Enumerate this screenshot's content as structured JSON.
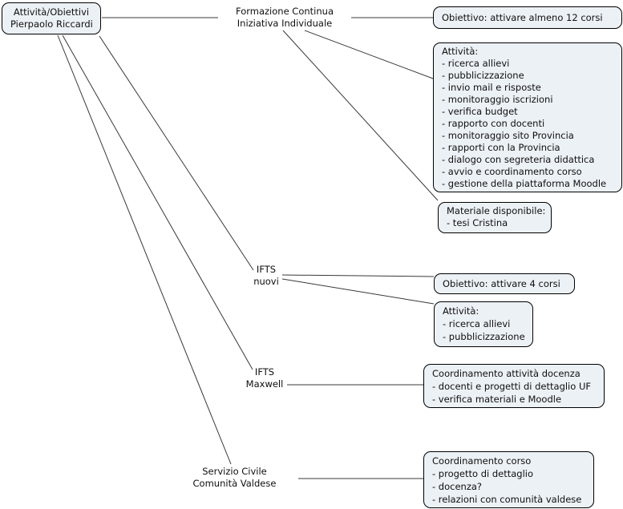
{
  "nodes": {
    "root": {
      "lines": [
        "Attività/Obiettivi",
        "Pierpaolo Riccardi"
      ]
    },
    "formazione": {
      "lines": [
        "Formazione Continua",
        "Iniziativa Individuale"
      ]
    },
    "obiettivo_fc": {
      "lines": [
        "Obiettivo: attivare almeno 12 corsi"
      ]
    },
    "attivita_fc": {
      "lines": [
        "Attività:",
        "- ricerca allievi",
        "- pubblicizzazione",
        "- invio mail e risposte",
        "- monitoraggio iscrizioni",
        "- verifica budget",
        "- rapporto con docenti",
        "- monitoraggio sito Provincia",
        "- rapporti con la Provincia",
        "- dialogo con segreteria didattica",
        "- avvio e coordinamento corso",
        "- gestione della piattaforma Moodle"
      ]
    },
    "materiale": {
      "lines": [
        "Materiale disponibile:",
        "- tesi Cristina"
      ]
    },
    "ifts_nuovi": {
      "lines": [
        "IFTS",
        "nuovi"
      ]
    },
    "obiettivo_ifts": {
      "lines": [
        "Obiettivo: attivare 4 corsi"
      ]
    },
    "attivita_ifts": {
      "lines": [
        "Attività:",
        "- ricerca allievi",
        "- pubblicizzazione"
      ]
    },
    "ifts_maxwell": {
      "lines": [
        "IFTS",
        "Maxwell"
      ]
    },
    "coord_docenza": {
      "lines": [
        "Coordinamento attività docenza",
        "- docenti e progetti di dettaglio UF",
        "- verifica materiali e Moodle"
      ]
    },
    "servizio": {
      "lines": [
        "Servizio Civile",
        "Comunità Valdese"
      ]
    },
    "coord_corso": {
      "lines": [
        "Coordinamento corso",
        "- progetto di dettaglio",
        "- docenza?",
        "- relazioni con comunità valdese"
      ]
    }
  },
  "colors": {
    "node_fill": "#ecf1f6",
    "node_border": "#000000",
    "edge": "#383838",
    "text": "#0f0f0f",
    "background": "#ffffff"
  }
}
